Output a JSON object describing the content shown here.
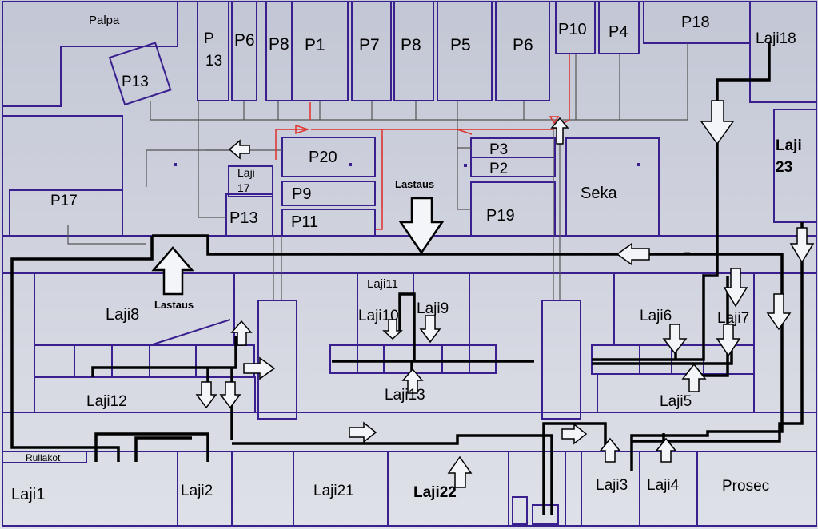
{
  "colors": {
    "wall": "#3a1f8f",
    "route": "#000000",
    "route_red": "#e0302a",
    "background_top": "#c5c9d6",
    "background_bottom": "#dcdee6",
    "marker": "#3a1f8f"
  },
  "labels": {
    "palpa": "Palpa",
    "p13_top": "P\n13",
    "p6_a": "P6",
    "p8_a": "P8",
    "p1": "P1",
    "p7": "P7",
    "p8_b": "P8",
    "p5": "P5",
    "p6_b": "P6",
    "p10": "P10",
    "p4": "P4",
    "p18": "P18",
    "laji18": "Laji18",
    "p13_rot": "P13",
    "laji23": "Laji\n23",
    "p17": "P17",
    "laji17": "Laji\n17",
    "p13_mid": "P13",
    "p20": "P20",
    "p9": "P9",
    "p11": "P11",
    "lastaus_top": "Lastaus",
    "p3": "P3",
    "p2": "P2",
    "p19": "P19",
    "seka": "Seka",
    "lastaus_left": "Lastaus",
    "laji8": "Laji8",
    "laji11": "Laji11",
    "laji10": "Laji10",
    "laji9": "Laji9",
    "laji6": "Laji6",
    "laji7": "Laji7",
    "laji12": "Laji12",
    "laji13": "Laji13",
    "laji5": "Laji5",
    "rullakot": "Rullakot",
    "laji1": "Laji1",
    "laji2": "Laji2",
    "laji21": "Laji21",
    "laji22": "Laji22",
    "laji3": "Laji3",
    "laji4": "Laji4",
    "prosec": "Prosec"
  }
}
